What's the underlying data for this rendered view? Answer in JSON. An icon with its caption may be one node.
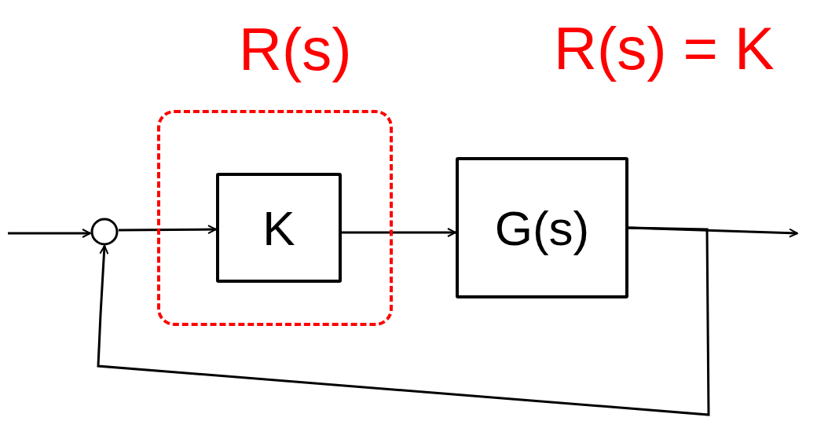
{
  "diagram": {
    "nodes": [
      {
        "text": [
          "R(s)"
        ]
      },
      {
        "text": [
          "K"
        ],
        "in": 0
      },
      {
        "text": [
          "G(s)"
        ]
      },
      {
        "text": [],
        "shape": "circle"
      }
    ],
    "edges": [
      {
        "from": null,
        "to": 3,
        "arrow": "to"
      },
      {
        "from": 3,
        "to": 1,
        "arrow": "to"
      },
      {
        "from": 1,
        "to": 2,
        "arrow": "to"
      },
      {
        "from": 2,
        "to": null,
        "arrow": "to"
      },
      {
        "from": 2,
        "to": 3,
        "arrow": "to"
      }
    ],
    "labels": [
      "R(s) = K"
    ]
  }
}
